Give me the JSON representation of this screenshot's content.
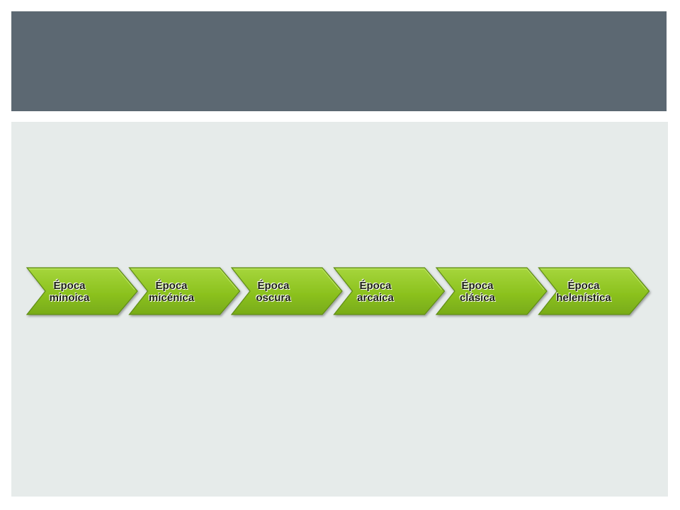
{
  "slide": {
    "header_color": "#5c6872",
    "panel_color": "#e6ebea"
  },
  "timeline": {
    "fill_color": "#8cc21f",
    "edge_color": "#5f8c16",
    "steps": [
      {
        "line1": "Época",
        "line2": "minoica"
      },
      {
        "line1": "Época",
        "line2": "micénica"
      },
      {
        "line1": "Época",
        "line2": "oscura"
      },
      {
        "line1": "Época",
        "line2": "arcaica"
      },
      {
        "line1": "Época",
        "line2": "clásica"
      },
      {
        "line1": "Época",
        "line2": "helenística"
      }
    ]
  }
}
